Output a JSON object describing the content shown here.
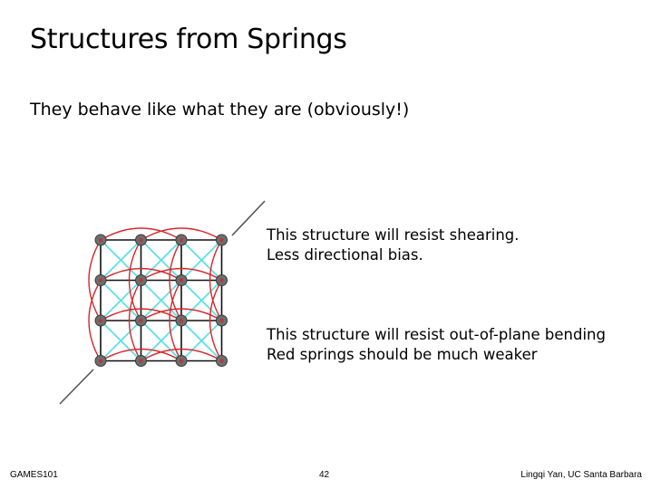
{
  "slide": {
    "title": "Structures from Springs",
    "subtitle": "They behave like what they are (obviously!)"
  },
  "blocks": [
    {
      "lines": [
        "This structure will resist shearing.",
        "Less directional bias."
      ]
    },
    {
      "lines": [
        "This structure will resist out-of-plane bending",
        "Red springs should be much weaker"
      ]
    }
  ],
  "footer": {
    "course": "GAMES101",
    "page": "42",
    "author": "Lingqi Yan, UC Santa Barbara"
  },
  "diagram": {
    "grid_rows": 4,
    "grid_cols": 4,
    "colors": {
      "structural": "#111111",
      "shear": "#5ce0e6",
      "bending": "#d8262b",
      "node_fill": "#6e6e6e",
      "node_core": "#b23a3a",
      "axis": "#555555"
    }
  }
}
